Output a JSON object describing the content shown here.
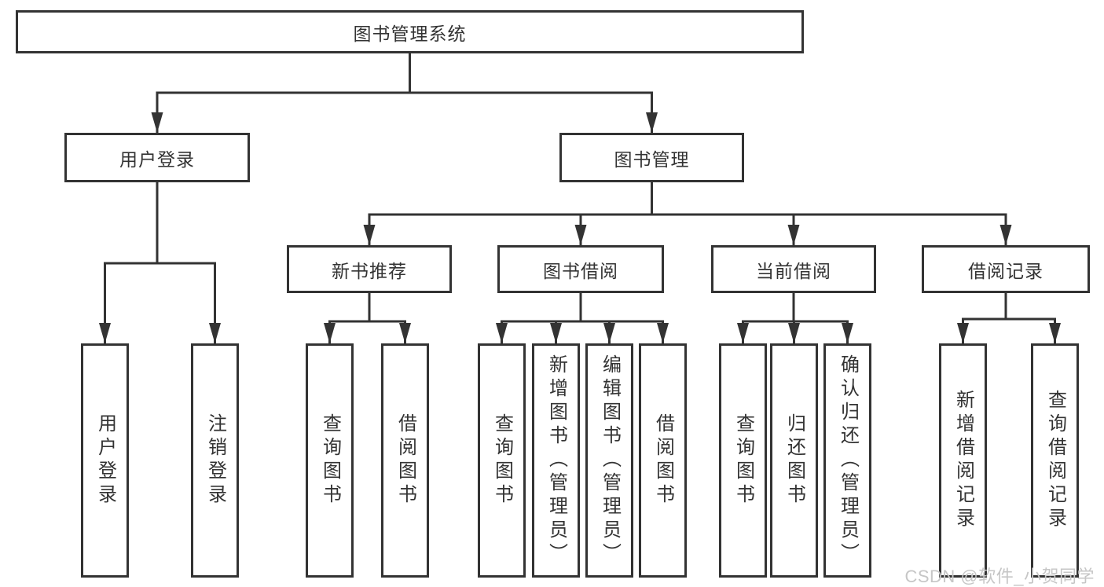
{
  "colors": {
    "line": "#333333",
    "text": "#333333",
    "box_background": "#ffffff",
    "page_background": "#ffffff",
    "watermark": "#c6c6c6"
  },
  "watermark": "CSDN @软件_小贺同学",
  "tree": {
    "label": "图书管理系统",
    "children": [
      {
        "label": "用户登录",
        "children": [
          {
            "label": "用户登录"
          },
          {
            "label": "注销登录"
          }
        ]
      },
      {
        "label": "图书管理",
        "children": [
          {
            "label": "新书推荐",
            "children": [
              {
                "label": "查询图书"
              },
              {
                "label": "借阅图书"
              }
            ]
          },
          {
            "label": "图书借阅",
            "children": [
              {
                "label": "查询图书"
              },
              {
                "label": "新增图书（管理员）"
              },
              {
                "label": "编辑图书（管理员）"
              },
              {
                "label": "借阅图书"
              }
            ]
          },
          {
            "label": "当前借阅",
            "children": [
              {
                "label": "查询图书"
              },
              {
                "label": "归还图书"
              },
              {
                "label": "确认归还（管理员）"
              }
            ]
          },
          {
            "label": "借阅记录",
            "children": [
              {
                "label": "新增借阅记录"
              },
              {
                "label": "查询借阅记录"
              }
            ]
          }
        ]
      }
    ]
  }
}
